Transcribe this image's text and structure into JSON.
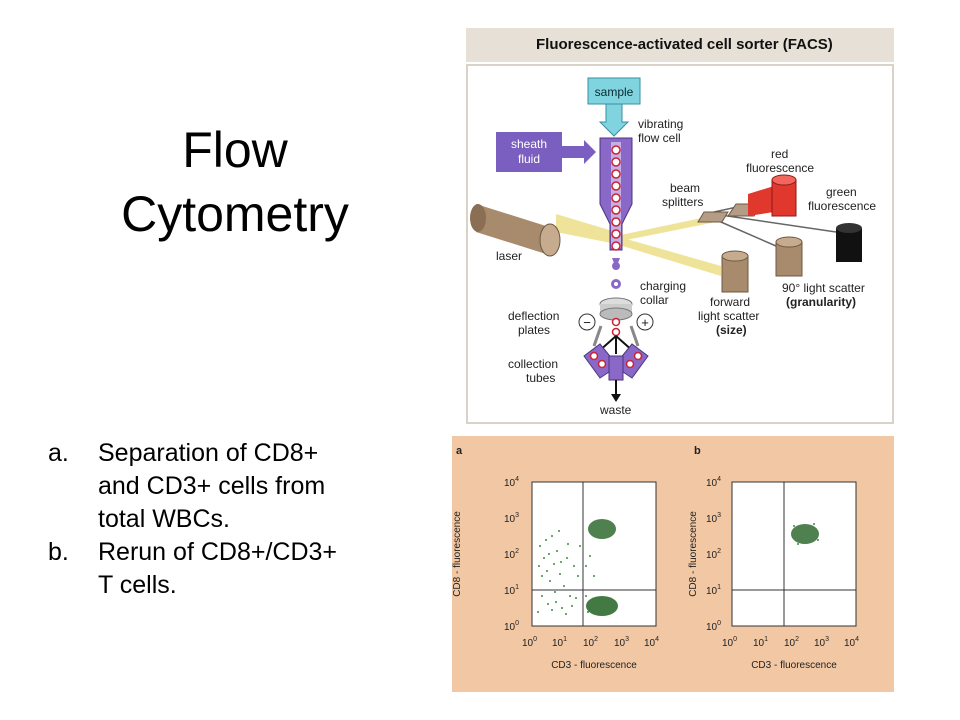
{
  "slide": {
    "title_line1": "Flow",
    "title_line2": "Cytometry",
    "list": [
      {
        "marker": "a.",
        "line1": "Separation of CD8+",
        "line2": "and CD3+ cells from",
        "line3": "total WBCs."
      },
      {
        "marker": "b.",
        "line1": "Rerun of CD8+/CD3+",
        "line2": "T cells."
      }
    ]
  },
  "facs": {
    "header": "Fluorescence-activated cell sorter (FACS)",
    "labels": {
      "sample": "sample",
      "sheath1": "sheath",
      "sheath2": "fluid",
      "vibrating1": "vibrating",
      "vibrating2": "flow cell",
      "red1": "red",
      "red2": "fluorescence",
      "green1": "green",
      "green2": "fluorescence",
      "beam1": "beam",
      "beam2": "splitters",
      "laser": "laser",
      "charging1": "charging",
      "charging2": "collar",
      "forward1": "forward",
      "forward2": "light scatter",
      "forward3": "(size)",
      "ninety1": "90° light scatter",
      "ninety2": "(granularity)",
      "deflection1": "deflection",
      "deflection2": "plates",
      "collection1": "collection",
      "collection2": "tubes",
      "waste": "waste",
      "minus": "−",
      "plus": "+"
    }
  },
  "plots": {
    "panels": [
      {
        "letter": "a",
        "xlabel": "CD3 - fluorescence",
        "ylabel": "CD8 - fluorescence"
      },
      {
        "letter": "b",
        "xlabel": "CD3 - fluorescence",
        "ylabel": "CD8 - fluorescence"
      }
    ],
    "ticks": [
      {
        "base": "10",
        "exp": "0"
      },
      {
        "base": "10",
        "exp": "1"
      },
      {
        "base": "10",
        "exp": "2"
      },
      {
        "base": "10",
        "exp": "3"
      },
      {
        "base": "10",
        "exp": "4"
      }
    ]
  }
}
